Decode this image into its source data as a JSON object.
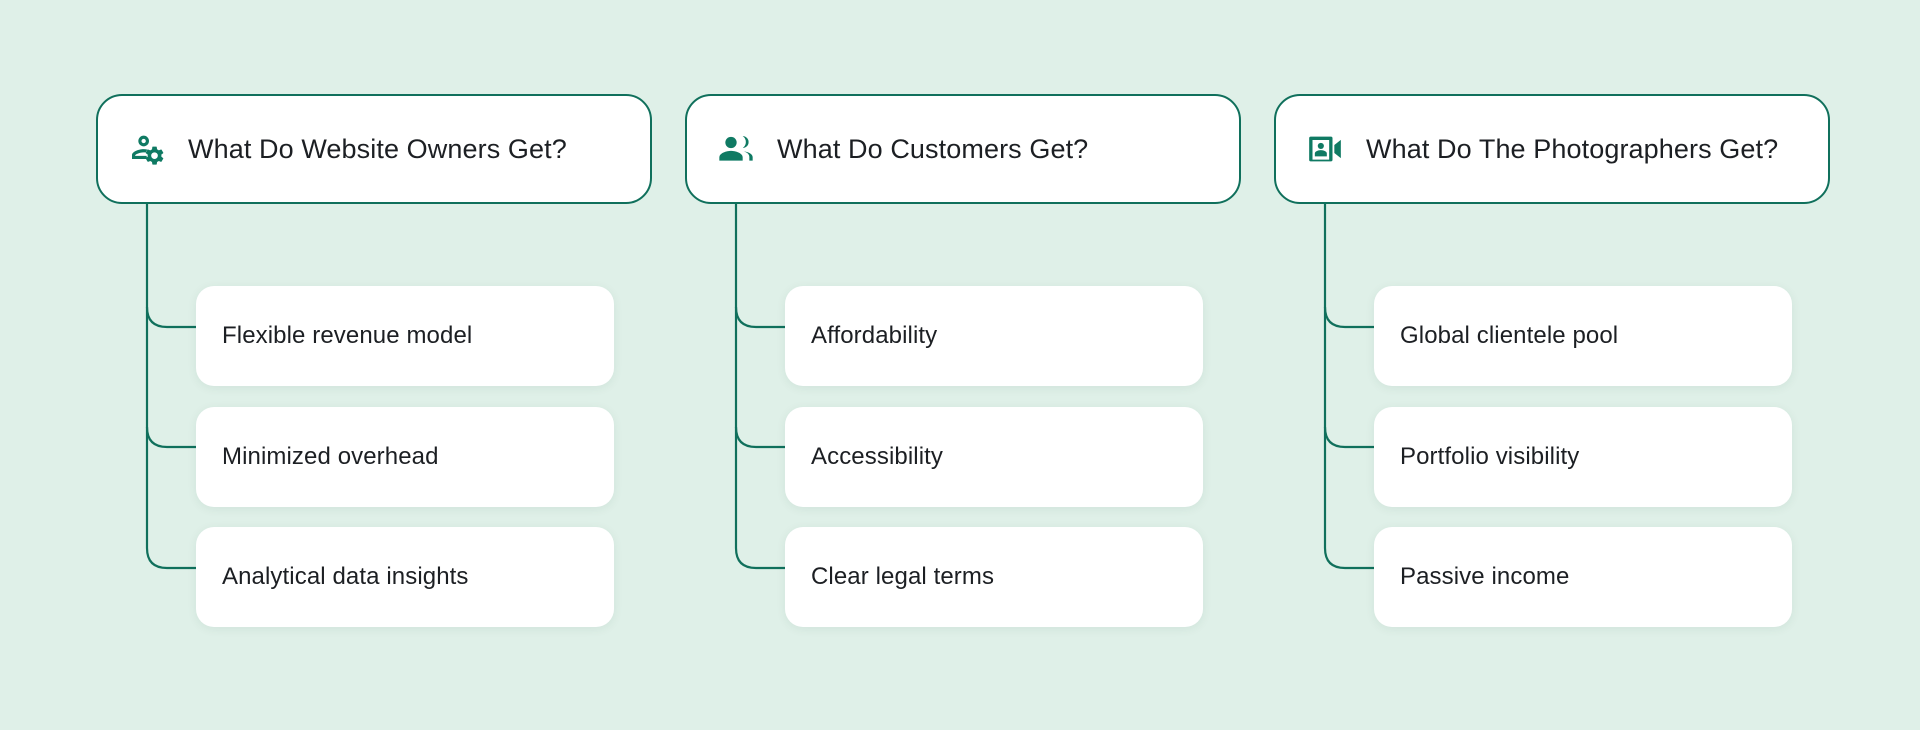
{
  "theme": {
    "background_color": "#dff0e8",
    "accent_color": "#0f7a63",
    "border_color": "#10705c",
    "card_color": "#ffffff",
    "text_color": "#1c1f23"
  },
  "columns": [
    {
      "icon": "manage-accounts-icon",
      "title": "What Do Website Owners Get?",
      "items": [
        "Flexible revenue model",
        "Minimized overhead",
        "Analytical data insights"
      ]
    },
    {
      "icon": "group-people-icon",
      "title": "What Do Customers Get?",
      "items": [
        "Affordability",
        "Accessibility",
        "Clear legal terms"
      ]
    },
    {
      "icon": "video-camera-person-icon",
      "title": "What Do The Photographers Get?",
      "items": [
        "Global clientele pool",
        "Portfolio visibility",
        "Passive income"
      ]
    }
  ]
}
